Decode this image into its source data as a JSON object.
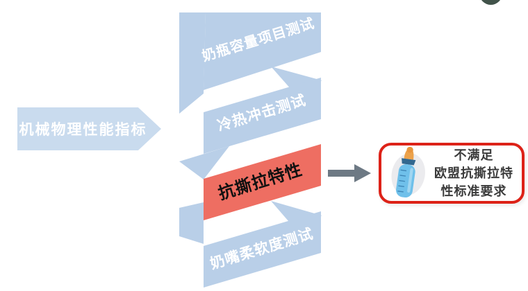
{
  "colors": {
    "band_blue": "#b9cfe8",
    "band_red": "#ee6e62",
    "left_arrow_fill": "#c9dbee",
    "arrow_gray": "#6d7984",
    "box_border": "#dd2218"
  },
  "left_arrow": {
    "label": "机械物理性能指标"
  },
  "ribbon": {
    "bands": [
      {
        "label": "奶瓶容量项目测试",
        "type": "normal"
      },
      {
        "label": "冷热冲击测试",
        "type": "normal"
      },
      {
        "label": "抗撕拉特性",
        "type": "highlight"
      },
      {
        "label": "奶嘴柔软度测试",
        "type": "normal"
      }
    ]
  },
  "result_box": {
    "lines": [
      "不满足",
      "欧盟抗撕拉特",
      "性标准要求"
    ],
    "icon": "baby-bottle-icon"
  }
}
